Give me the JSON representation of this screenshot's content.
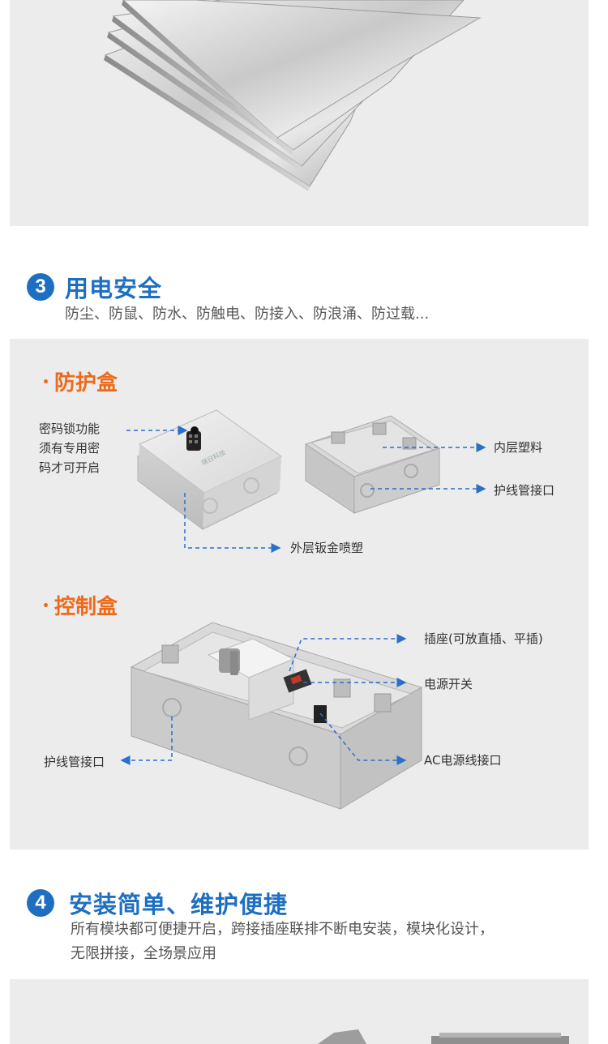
{
  "section3": {
    "number": "3",
    "title": "用电安全",
    "desc": "防尘、防鼠、防水、防触电、防接入、防浪涌、防过载..."
  },
  "protection_box": {
    "title": "防护盒",
    "lock_label_lines": [
      "密码锁功能",
      "须有专用密",
      "码才可开启"
    ],
    "inner_label": "内层塑料",
    "conduit_label": "护线管接口",
    "outer_label": "外层钣金喷塑",
    "brand_mark": "瑞日科技"
  },
  "control_box": {
    "title": "控制盒",
    "socket_label": "插座(可放直插、平插)",
    "switch_label": "电源开关",
    "ac_label": "AC电源线接口",
    "conduit_label": "护线管接口"
  },
  "section4": {
    "number": "4",
    "title": "安装简单、维护便捷",
    "desc_line1": "所有模块都可便捷开启，跨接插座联排不断电安装，模块化设计，",
    "desc_line2": "无限拼接，全场景应用"
  },
  "colors": {
    "accent_blue": "#1e6fc1",
    "accent_orange": "#ee6a1b",
    "panel_gray": "#ececec",
    "dash_blue": "#2a6fc9"
  }
}
